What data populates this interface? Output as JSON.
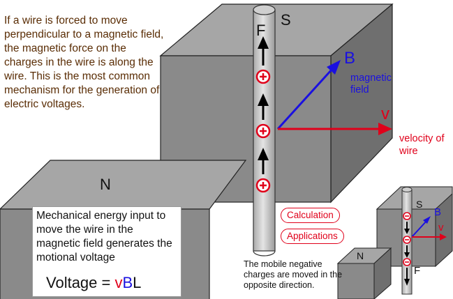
{
  "intro_text": "If a wire is forced to move perpendicular to a magnetic field, the magnetic force on the charges in the wire is along the wire. This is the most common mechanism for the generation of electric voltages.",
  "mechanical_text": "Mechanical energy input to move the wire in the magnetic field generates the motional voltage",
  "voltage_formula": {
    "prefix": "Voltage = ",
    "v": "v",
    "B": "B",
    "L": "L"
  },
  "links": {
    "calculation": "Calculation",
    "applications": "Applications"
  },
  "negative_note": "The mobile negative charges are moved in the opposite direction.",
  "main_diagram": {
    "pole_south": "S",
    "pole_north": "N",
    "force_label": "F",
    "field_label": "B",
    "field_caption": "magnetic field",
    "velocity_label": "v",
    "velocity_caption": "velocity of wire"
  },
  "small_diagram": {
    "pole_south": "S",
    "pole_north": "N",
    "field_label": "B",
    "velocity_label": "v",
    "force_label": "F"
  },
  "colors": {
    "force_arrow": "#000000",
    "field_arrow": "#1a10e0",
    "velocity_arrow": "#e0001a",
    "charge": "#e0001a",
    "magnet_gray": "#8a8a8a",
    "text_brown": "#5a2d05"
  }
}
